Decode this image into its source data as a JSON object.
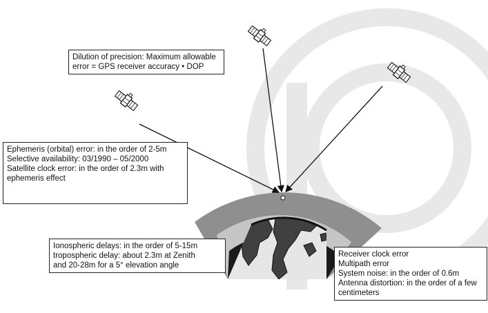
{
  "colors": {
    "outer_atmosphere": "#8f8f8f",
    "inner_atmosphere": "#c6c6c6",
    "earth_rim": "#1a1a1a",
    "ocean": "#e6e6e6",
    "land": "#404040",
    "watermark": "#e8e8e8",
    "signal_line": "#111111"
  },
  "icons": {
    "satellite": "satellite-icon",
    "receiver": "receiver-point"
  },
  "notes": {
    "dop": {
      "line1": "Dilution of precision: Maximum allowable",
      "line2": "error = GPS receiver accuracy • DOP"
    },
    "ephemeris": {
      "line1": "Ephemeris (orbital) error: in the order of 2-5m",
      "line2": "Selective availability: 03/1990 – 05/2000",
      "line3": "Satellite clock error: in the order of 2.3m with ephemeris effect"
    },
    "iono": {
      "line1": "Ionospheric delays: in the order of 5-15m",
      "line2": "tropospheric delay: about 2.3m at Zenith",
      "line3": "and 20-28m for a 5° elevation angle"
    },
    "receiver": {
      "line1": "Receiver clock error",
      "line2": "Multipath error",
      "line3": "System noise: in the order of 0.6m",
      "line4": "Antenna distortion: in the order of a few centimeters"
    }
  }
}
